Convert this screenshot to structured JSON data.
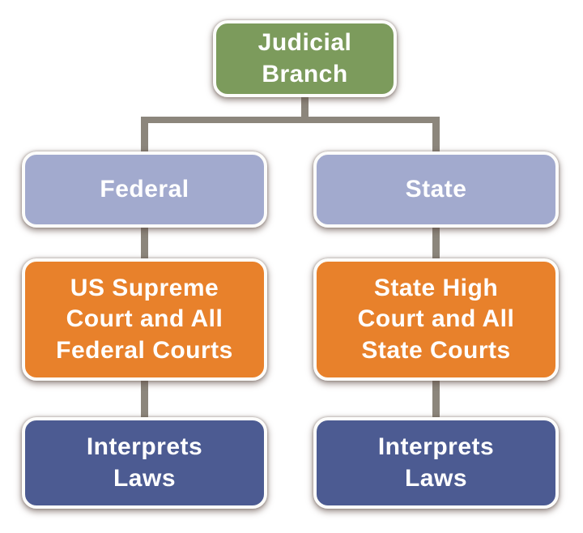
{
  "diagram": {
    "title": "Judicial Branch structure flowchart",
    "colors": {
      "root_green": "#7C9B5C",
      "level1_lavender": "#A2AACE",
      "level2_orange": "#E8812B",
      "level3_navy": "#4C5B92",
      "connector_gray": "#8C867C",
      "text_white": "#FFFFFF"
    },
    "root": {
      "label": "Judicial\nBranch"
    },
    "columns": [
      {
        "level1": {
          "label": "Federal"
        },
        "level2": {
          "label": "US Supreme\nCourt and All\nFederal Courts"
        },
        "level3": {
          "label": "Interprets\nLaws"
        }
      },
      {
        "level1": {
          "label": "State"
        },
        "level2": {
          "label": "State High\nCourt and All\nState Courts"
        },
        "level3": {
          "label": "Interprets\nLaws"
        }
      }
    ]
  }
}
